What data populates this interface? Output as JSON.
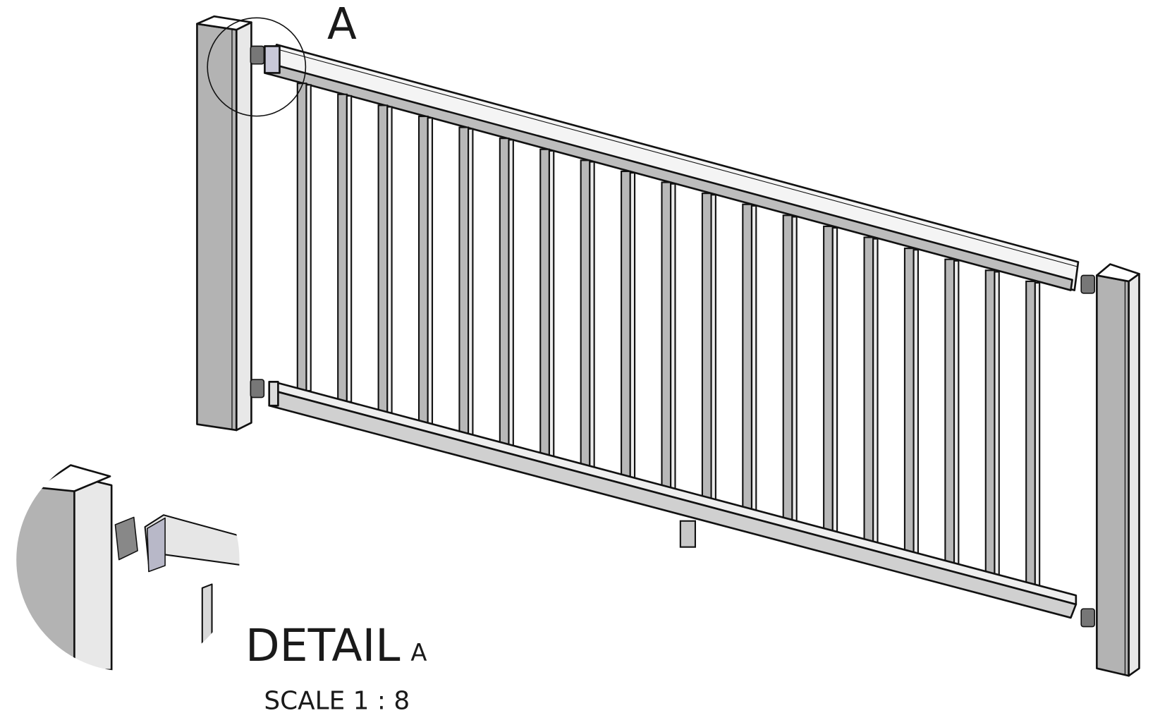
{
  "drawing": {
    "detail_marker_label": "A",
    "detail_title": "DETAIL",
    "detail_title_letter": "A",
    "detail_scale": "SCALE 1 : 8",
    "baluster_count": 19,
    "colors": {
      "post_front": "#b3b3b3",
      "post_side": "#e8e8e8",
      "rail": "#d4d4d4",
      "outline": "#111111"
    }
  }
}
